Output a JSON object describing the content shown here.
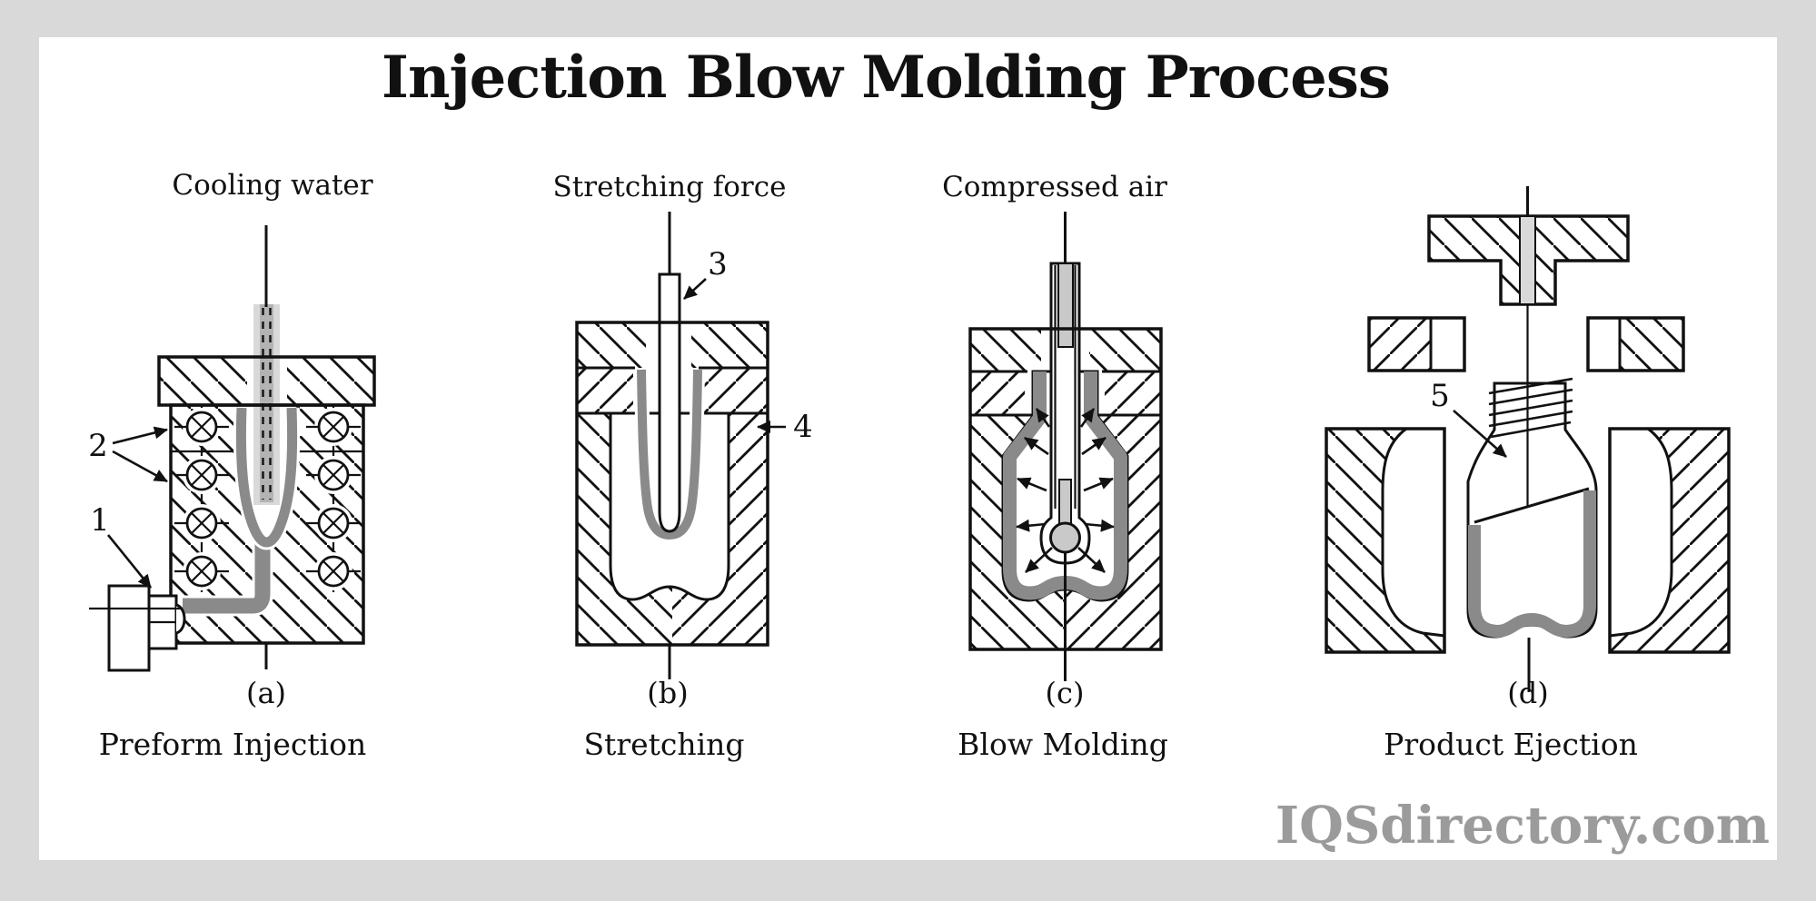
{
  "title": "Injection Blow Molding Process",
  "watermark": "IQSdirectory.com",
  "stages": [
    {
      "top_label": "Cooling water",
      "caption": "(a)",
      "name": "Preform Injection"
    },
    {
      "top_label": "Stretching force",
      "caption": "(b)",
      "name": "Stretching"
    },
    {
      "top_label": "Compressed air",
      "caption": "(c)",
      "name": "Blow Molding"
    },
    {
      "caption": "(d)",
      "name": "Product Ejection"
    }
  ],
  "callouts": {
    "c1": "1",
    "c2": "2",
    "c3": "3",
    "c4": "4",
    "c5": "5"
  },
  "colors": {
    "background": "#d9d9d9",
    "panel": "#ffffff",
    "line": "#111111",
    "melt_gray": "#8a8a8a",
    "core_rod_light": "#d9d9d9",
    "core_rod_mid": "#b3b3b3",
    "bulb_gray": "#c9c9c9",
    "watermark_gray": "#9b9b9b"
  }
}
